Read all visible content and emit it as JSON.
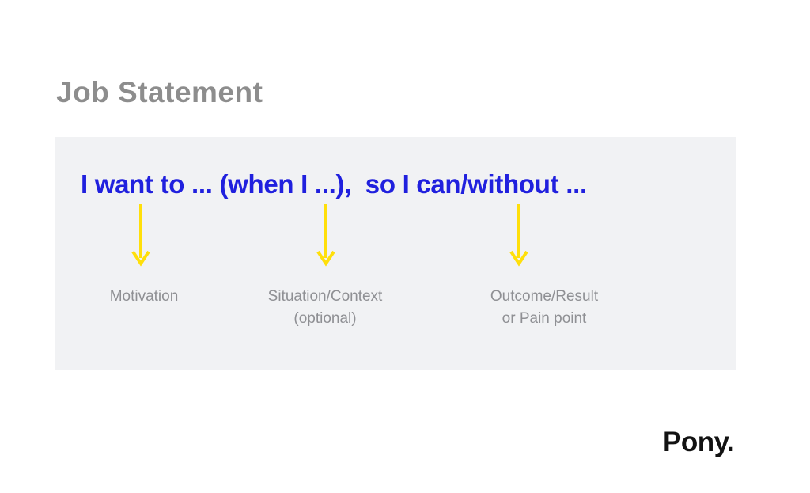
{
  "slide": {
    "title": "Job Statement",
    "statement": "I want to ... (when I ...),  so I can/without ...",
    "logo": "Pony."
  },
  "annotations": [
    {
      "line1": "Motivation"
    },
    {
      "line1": "Situation/Context",
      "line2": "(optional)"
    },
    {
      "line1": "Outcome/Result",
      "line2": "or Pain point"
    }
  ],
  "icons": {
    "down_arrow": "down-arrow (yellow vertical line with chevron head)"
  },
  "colors": {
    "statement_blue": "#2020de",
    "arrow_yellow": "#ffdf0a",
    "label_gray": "#8f9094",
    "title_gray": "#8d8d8d",
    "panel_background": "#f1f2f4",
    "page_background": "#ffffff",
    "logo_black": "#121212"
  }
}
